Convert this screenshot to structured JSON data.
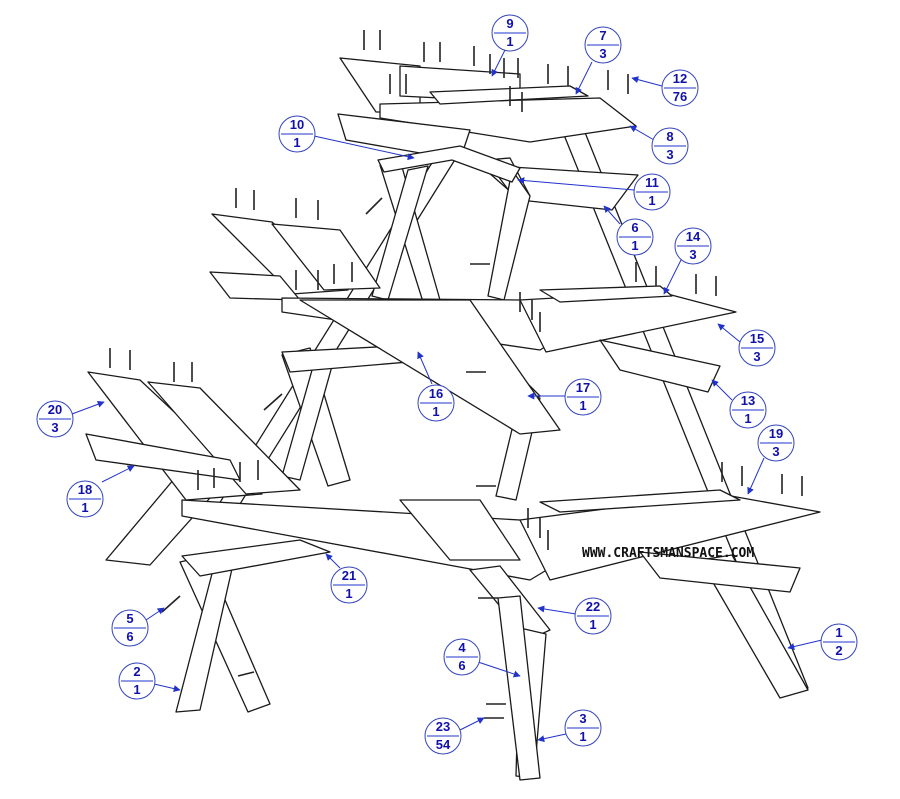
{
  "watermark": "WWW.CRAFTSMANSPACE.COM",
  "colors": {
    "callout": "#1111aa",
    "leader": "#2233cc",
    "line": "#1a1a1a"
  },
  "callouts": [
    {
      "part": "9",
      "qty": "1"
    },
    {
      "part": "7",
      "qty": "3"
    },
    {
      "part": "12",
      "qty": "76"
    },
    {
      "part": "10",
      "qty": "1"
    },
    {
      "part": "8",
      "qty": "3"
    },
    {
      "part": "11",
      "qty": "1"
    },
    {
      "part": "6",
      "qty": "1"
    },
    {
      "part": "14",
      "qty": "3"
    },
    {
      "part": "15",
      "qty": "3"
    },
    {
      "part": "16",
      "qty": "1"
    },
    {
      "part": "17",
      "qty": "1"
    },
    {
      "part": "13",
      "qty": "1"
    },
    {
      "part": "20",
      "qty": "3"
    },
    {
      "part": "19",
      "qty": "3"
    },
    {
      "part": "18",
      "qty": "1"
    },
    {
      "part": "21",
      "qty": "1"
    },
    {
      "part": "5",
      "qty": "6"
    },
    {
      "part": "22",
      "qty": "1"
    },
    {
      "part": "1",
      "qty": "2"
    },
    {
      "part": "4",
      "qty": "6"
    },
    {
      "part": "2",
      "qty": "1"
    },
    {
      "part": "23",
      "qty": "54"
    },
    {
      "part": "3",
      "qty": "1"
    }
  ]
}
